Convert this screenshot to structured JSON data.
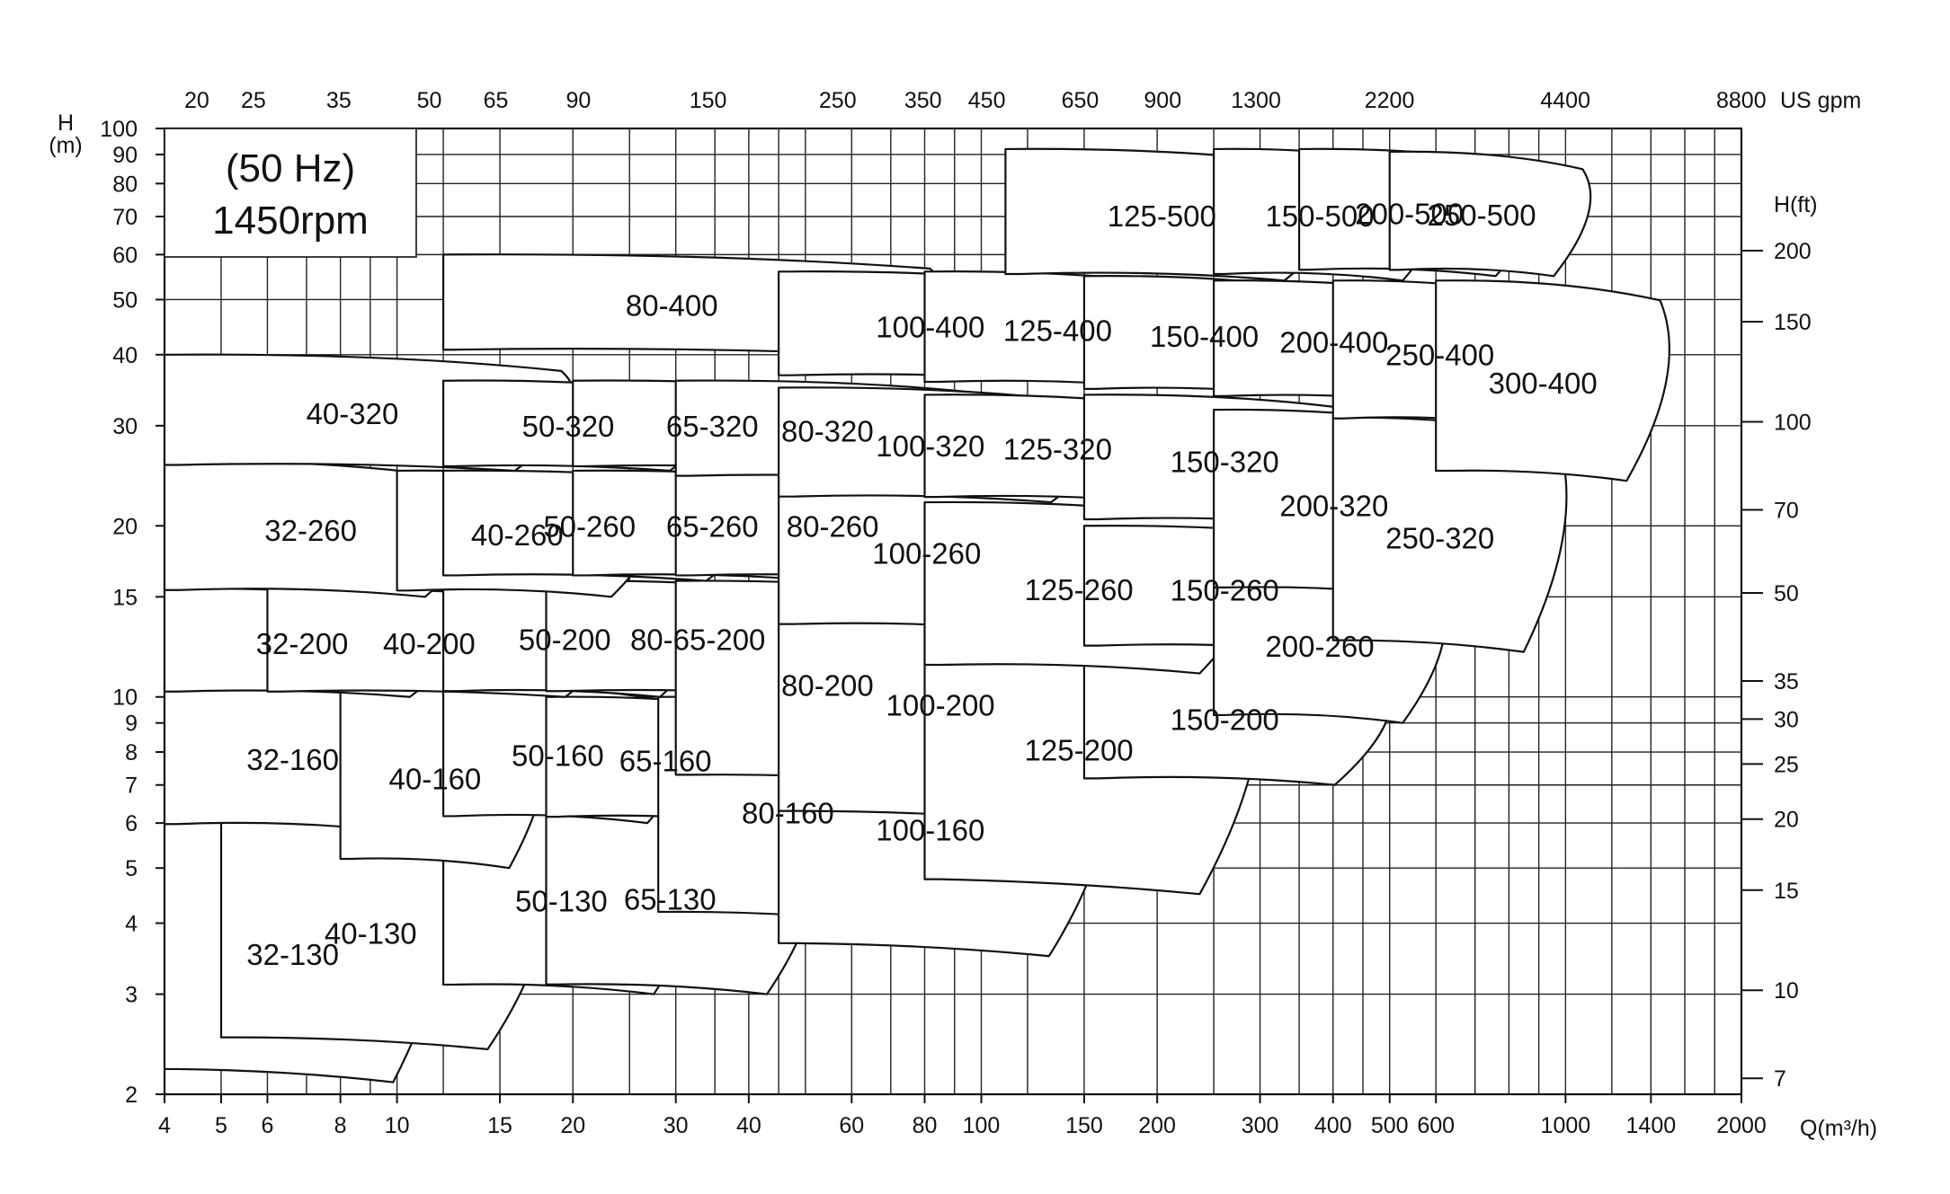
{
  "chart_data": {
    "type": "pump-selection-chart",
    "note": [
      "(50 Hz)",
      "1450rpm"
    ],
    "x_axis": {
      "label": "Q(m³/h)",
      "scale": "log",
      "range": [
        4,
        2000
      ],
      "ticks": [
        4,
        5,
        6,
        8,
        10,
        15,
        20,
        30,
        40,
        60,
        80,
        100,
        150,
        200,
        300,
        400,
        500,
        600,
        1000,
        1400,
        2000
      ],
      "minor_gridlines": [
        7,
        9,
        12,
        25,
        35,
        45,
        50,
        70,
        90,
        120,
        250,
        350,
        450,
        700,
        800,
        900,
        1200,
        1600,
        1800
      ]
    },
    "x2_axis": {
      "label": "US gpm",
      "ticks": [
        20,
        25,
        35,
        50,
        65,
        90,
        150,
        250,
        350,
        450,
        650,
        900,
        1300,
        2200,
        4400,
        8800
      ]
    },
    "y_axis": {
      "label": [
        "H",
        "(m)"
      ],
      "scale": "log",
      "range": [
        2,
        100
      ],
      "ticks": [
        2,
        3,
        4,
        5,
        6,
        7,
        8,
        9,
        10,
        15,
        20,
        30,
        40,
        50,
        60,
        70,
        80,
        90,
        100
      ]
    },
    "y2_axis": {
      "label": "H(ft)",
      "ticks": [
        7,
        10,
        15,
        20,
        25,
        30,
        35,
        50,
        70,
        100,
        150,
        200
      ]
    },
    "pump_families": [
      {
        "name": "32-130",
        "q": [
          4,
          12
        ],
        "h": [
          2.1,
          6.1
        ]
      },
      {
        "name": "40-130",
        "q": [
          5,
          18
        ],
        "h": [
          2.4,
          6.3
        ]
      },
      {
        "name": "50-130",
        "q": [
          12,
          33
        ],
        "h": [
          3,
          6.5
        ]
      },
      {
        "name": "65-130",
        "q": [
          18,
          52
        ],
        "h": [
          3,
          6.6
        ]
      },
      {
        "name": "32-160",
        "q": [
          4,
          12
        ],
        "h": [
          5.8,
          10.5
        ]
      },
      {
        "name": "40-160",
        "q": [
          8,
          18
        ],
        "h": [
          5,
          10.5
        ]
      },
      {
        "name": "50-160",
        "q": [
          12,
          32
        ],
        "h": [
          6,
          10.5
        ]
      },
      {
        "name": "65-160",
        "q": [
          18,
          50
        ],
        "h": [
          6,
          10
        ]
      },
      {
        "name": "80-160",
        "q": [
          28,
          85
        ],
        "h": [
          4,
          10
        ]
      },
      {
        "name": "100-160",
        "q": [
          45,
          165
        ],
        "h": [
          3.5,
          10
        ]
      },
      {
        "name": "32-200",
        "q": [
          4,
          13
        ],
        "h": [
          10,
          15.5
        ]
      },
      {
        "name": "40-200",
        "q": [
          6,
          24
        ],
        "h": [
          10,
          15.5
        ]
      },
      {
        "name": "50-200",
        "q": [
          12,
          34
        ],
        "h": [
          10,
          16
        ]
      },
      {
        "name": "80-65-200",
        "q": [
          18,
          66
        ],
        "h": [
          10,
          16
        ]
      },
      {
        "name": "80-200",
        "q": [
          30,
          110
        ],
        "h": [
          7,
          16
        ]
      },
      {
        "name": "100-200",
        "q": [
          45,
          180
        ],
        "h": [
          6,
          16
        ]
      },
      {
        "name": "125-200",
        "q": [
          80,
          300
        ],
        "h": [
          4.5,
          15
        ]
      },
      {
        "name": "150-200",
        "q": [
          150,
          500
        ],
        "h": [
          7,
          12
        ]
      },
      {
        "name": "32-260",
        "q": [
          4,
          14
        ],
        "h": [
          15,
          26
        ]
      },
      {
        "name": "40-260",
        "q": [
          10,
          28
        ],
        "h": [
          15,
          25
        ]
      },
      {
        "name": "50-260",
        "q": [
          12,
          42
        ],
        "h": [
          16,
          25
        ]
      },
      {
        "name": "65-260",
        "q": [
          20,
          66
        ],
        "h": [
          16,
          25
        ]
      },
      {
        "name": "80-260",
        "q": [
          30,
          115
        ],
        "h": [
          16,
          25
        ]
      },
      {
        "name": "100-260",
        "q": [
          45,
          160
        ],
        "h": [
          13,
          25
        ]
      },
      {
        "name": "125-260",
        "q": [
          80,
          300
        ],
        "h": [
          11,
          22
        ]
      },
      {
        "name": "150-260",
        "q": [
          150,
          500
        ],
        "h": [
          12,
          20
        ]
      },
      {
        "name": "200-260",
        "q": [
          250,
          620
        ],
        "h": [
          9,
          17
        ]
      },
      {
        "name": "40-320",
        "q": [
          4,
          20
        ],
        "h": [
          25,
          40
        ]
      },
      {
        "name": "50-320",
        "q": [
          12,
          35
        ],
        "h": [
          25,
          36
        ]
      },
      {
        "name": "65-320",
        "q": [
          20,
          66
        ],
        "h": [
          25,
          36
        ]
      },
      {
        "name": "80-320",
        "q": [
          30,
          110
        ],
        "h": [
          24,
          36
        ]
      },
      {
        "name": "100-320",
        "q": [
          45,
          165
        ],
        "h": [
          22,
          35
        ]
      },
      {
        "name": "125-320",
        "q": [
          80,
          250
        ],
        "h": [
          22,
          34
        ]
      },
      {
        "name": "150-320",
        "q": [
          150,
          500
        ],
        "h": [
          20,
          34
        ]
      },
      {
        "name": "200-320",
        "q": [
          250,
          700
        ],
        "h": [
          15,
          32
        ]
      },
      {
        "name": "250-320",
        "q": [
          400,
          1000
        ],
        "h": [
          12,
          31
        ]
      },
      {
        "name": "80-400",
        "q": [
          12,
          85
        ],
        "h": [
          40,
          60
        ]
      },
      {
        "name": "100-400",
        "q": [
          45,
          165
        ],
        "h": [
          36,
          56
        ]
      },
      {
        "name": "125-400",
        "q": [
          80,
          250
        ],
        "h": [
          35,
          56
        ]
      },
      {
        "name": "150-400",
        "q": [
          150,
          420
        ],
        "h": [
          34,
          55
        ]
      },
      {
        "name": "200-400",
        "q": [
          250,
          700
        ],
        "h": [
          33,
          54
        ]
      },
      {
        "name": "250-400",
        "q": [
          400,
          1000
        ],
        "h": [
          30,
          54
        ]
      },
      {
        "name": "300-400",
        "q": [
          600,
          1500
        ],
        "h": [
          24,
          54
        ]
      },
      {
        "name": "125-500",
        "q": [
          110,
          420
        ],
        "h": [
          54,
          92
        ]
      },
      {
        "name": "150-500",
        "q": [
          250,
          620
        ],
        "h": [
          54,
          92
        ]
      },
      {
        "name": "200-500",
        "q": [
          350,
          900
        ],
        "h": [
          55,
          92
        ]
      },
      {
        "name": "250-500",
        "q": [
          500,
          1100
        ],
        "h": [
          55,
          91
        ]
      }
    ]
  }
}
